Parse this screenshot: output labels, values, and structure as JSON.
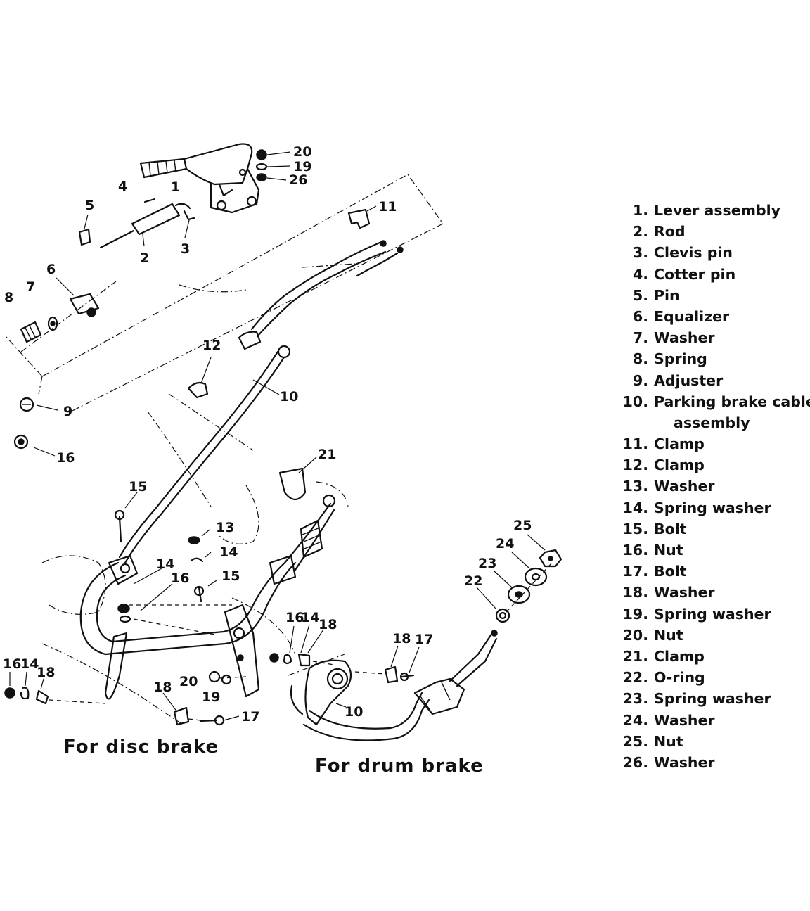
{
  "callouts": {
    "c1": "1",
    "c2": "2",
    "c3": "3",
    "c4": "4",
    "c5": "5",
    "c6": "6",
    "c7": "7",
    "c8": "8",
    "c9": "9",
    "c10a": "10",
    "c10b": "10",
    "c11": "11",
    "c12": "12",
    "c13": "13",
    "c14a": "14",
    "c14b": "14",
    "c14c": "14",
    "c14d": "14",
    "c15a": "15",
    "c15b": "15",
    "c16a": "16",
    "c16b": "16",
    "c16c": "16",
    "c16d": "16",
    "c17a": "17",
    "c17b": "17",
    "c18a": "18",
    "c18b": "18",
    "c18c": "18",
    "c18d": "18",
    "c19a": "19",
    "c19b": "19",
    "c20a": "20",
    "c20b": "20",
    "c21": "21",
    "c22": "22",
    "c23": "23",
    "c24": "24",
    "c25": "25",
    "c26": "26"
  },
  "captions": {
    "disc": "For disc brake",
    "drum": "For drum brake"
  },
  "legend": [
    {
      "num": "1.",
      "label": "Lever assembly"
    },
    {
      "num": "2.",
      "label": "Rod"
    },
    {
      "num": "3.",
      "label": "Clevis pin"
    },
    {
      "num": "4.",
      "label": "Cotter pin"
    },
    {
      "num": "5.",
      "label": "Pin"
    },
    {
      "num": "6.",
      "label": "Equalizer"
    },
    {
      "num": "7.",
      "label": "Washer"
    },
    {
      "num": "8.",
      "label": "Spring"
    },
    {
      "num": "9.",
      "label": "Adjuster"
    },
    {
      "num": "10.",
      "label": "Parking brake cable",
      "cont": "assembly"
    },
    {
      "num": "11.",
      "label": "Clamp"
    },
    {
      "num": "12.",
      "label": "Clamp"
    },
    {
      "num": "13.",
      "label": "Washer"
    },
    {
      "num": "14.",
      "label": "Spring washer"
    },
    {
      "num": "15.",
      "label": "Bolt"
    },
    {
      "num": "16.",
      "label": "Nut"
    },
    {
      "num": "17.",
      "label": "Bolt"
    },
    {
      "num": "18.",
      "label": "Washer"
    },
    {
      "num": "19.",
      "label": "Spring washer"
    },
    {
      "num": "20.",
      "label": "Nut"
    },
    {
      "num": "21.",
      "label": "Clamp"
    },
    {
      "num": "22.",
      "label": "O-ring"
    },
    {
      "num": "23.",
      "label": "Spring washer"
    },
    {
      "num": "24.",
      "label": "Washer"
    },
    {
      "num": "25.",
      "label": "Nut"
    },
    {
      "num": "26.",
      "label": "Washer"
    }
  ]
}
